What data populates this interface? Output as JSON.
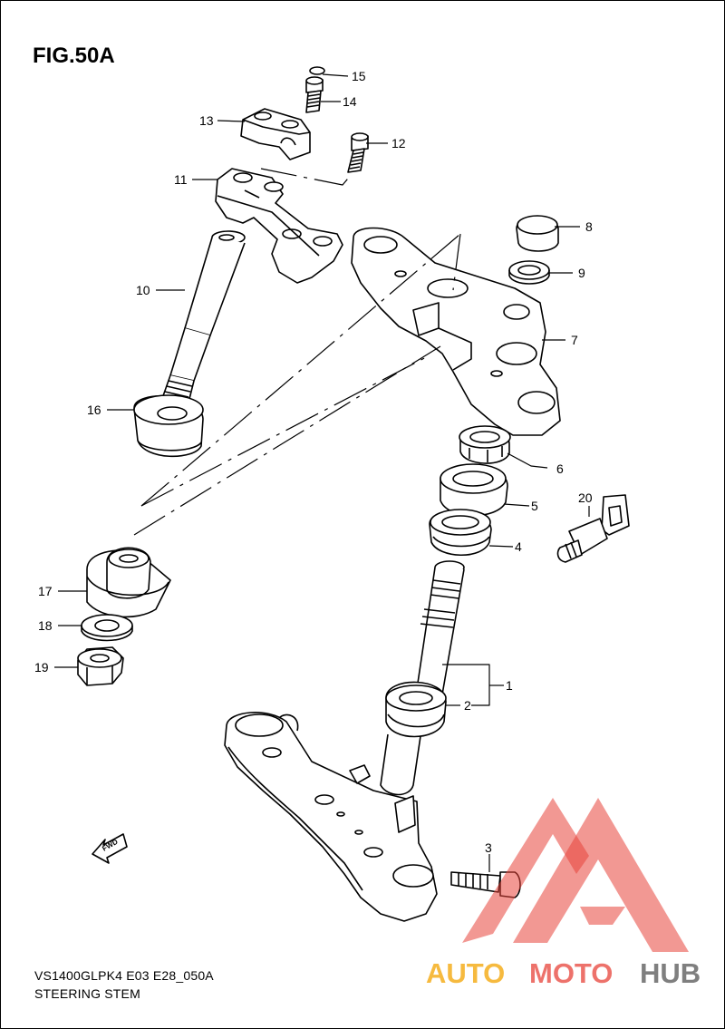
{
  "figure": {
    "title": "FIG.50A",
    "code": "VS1400GLPK4 E03 E28_050A",
    "name": "STEERING STEM"
  },
  "callouts": [
    "1",
    "2",
    "3",
    "4",
    "5",
    "6",
    "7",
    "8",
    "9",
    "10",
    "11",
    "12",
    "13",
    "14",
    "15",
    "16",
    "17",
    "18",
    "19",
    "20"
  ],
  "fwd_label": "FWD",
  "watermark": {
    "part1": "AUTO",
    "part2": "MOTO",
    "part3": "HUB",
    "color_main": "#e8443a",
    "color_light": "#f4a300",
    "color_dark": "#555555"
  }
}
